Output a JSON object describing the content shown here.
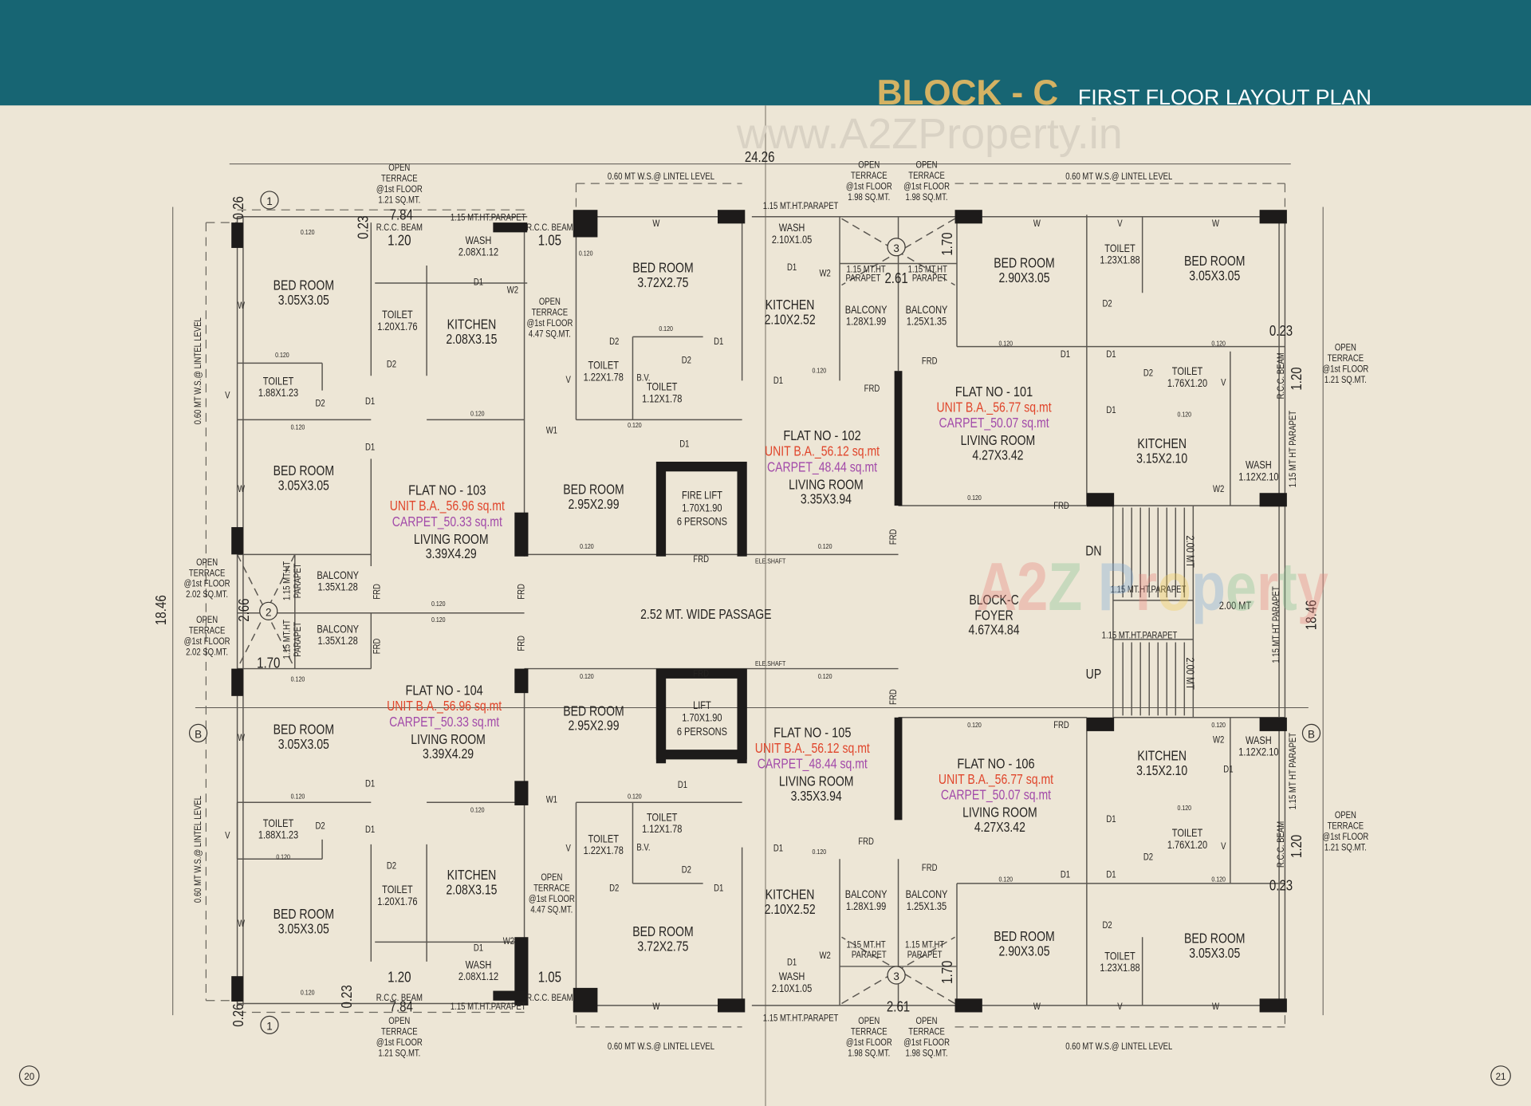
{
  "header": {
    "block_title": "BLOCK - C",
    "plan_title": "FIRST FLOOR  LAYOUT PLAN",
    "band_color": "#176573",
    "title_color": "#d4b263"
  },
  "watermark": {
    "url": "www.A2ZProperty.in",
    "logo": "A2Z Property"
  },
  "pages": {
    "left": "20",
    "right": "21"
  },
  "dimensions": {
    "overall_width": "24.26",
    "overall_depth": "18.46",
    "d_784": "7.84",
    "d_120": "1.20",
    "d_105": "1.05",
    "d_026": "0.26",
    "d_023": "0.23",
    "d_266": "2.66",
    "d_170": "1.70",
    "d_261": "2.61",
    "d_200": "2.00 MT",
    "wall": "0.120"
  },
  "grid_markers": {
    "one": "1",
    "two": "2",
    "three": "3",
    "b": "B"
  },
  "flats": [
    {
      "no": "FLAT NO - 101",
      "unit_ba": "UNIT B.A._56.77 sq.mt",
      "carpet": "CARPET_50.07 sq.mt",
      "living": "LIVING ROOM",
      "living_dims": "4.27X3.42"
    },
    {
      "no": "FLAT NO - 102",
      "unit_ba": "UNIT B.A._56.12 sq.mt",
      "carpet": "CARPET_48.44 sq.mt",
      "living": "LIVING ROOM",
      "living_dims": "3.35X3.94"
    },
    {
      "no": "FLAT NO - 103",
      "unit_ba": "UNIT B.A._56.96 sq.mt",
      "carpet": "CARPET_50.33 sq.mt",
      "living": "LIVING ROOM",
      "living_dims": "3.39X4.29"
    },
    {
      "no": "FLAT NO - 104",
      "unit_ba": "UNIT B.A._56.96 sq.mt",
      "carpet": "CARPET_50.33 sq.mt",
      "living": "LIVING ROOM",
      "living_dims": "3.39X4.29"
    },
    {
      "no": "FLAT NO - 105",
      "unit_ba": "UNIT B.A._56.12 sq.mt",
      "carpet": "CARPET_48.44 sq.mt",
      "living": "LIVING ROOM",
      "living_dims": "3.35X3.94"
    },
    {
      "no": "FLAT NO - 106",
      "unit_ba": "UNIT B.A._56.77 sq.mt",
      "carpet": "CARPET_50.07 sq.mt",
      "living": "LIVING ROOM",
      "living_dims": "4.27X3.42"
    }
  ],
  "rooms": [
    {
      "name": "BED ROOM",
      "dims": "3.05X3.05"
    },
    {
      "name": "TOILET",
      "dims": "1.88X1.23"
    },
    {
      "name": "TOILET",
      "dims": "1.20X1.76"
    },
    {
      "name": "KITCHEN",
      "dims": "2.08X3.15"
    },
    {
      "name": "WASH",
      "dims": "2.08X1.12"
    },
    {
      "name": "BED ROOM",
      "dims": "3.05X3.05"
    },
    {
      "name": "BALCONY",
      "dims": "1.35X1.28"
    },
    {
      "name": "BALCONY",
      "dims": "1.35X1.28"
    },
    {
      "name": "BED ROOM",
      "dims": "3.72X2.75"
    },
    {
      "name": "TOILET",
      "dims": "1.22X1.78"
    },
    {
      "name": "TOILET",
      "dims": "1.12X1.78"
    },
    {
      "name": "BED ROOM",
      "dims": "2.95X2.99"
    },
    {
      "name": "WASH",
      "dims": "2.10X1.05"
    },
    {
      "name": "KITCHEN",
      "dims": "2.10X2.52"
    },
    {
      "name": "BALCONY",
      "dims": "1.28X1.99"
    },
    {
      "name": "BALCONY",
      "dims": "1.25X1.35"
    },
    {
      "name": "BED ROOM",
      "dims": "2.90X3.05"
    },
    {
      "name": "TOILET",
      "dims": "1.23X1.88"
    },
    {
      "name": "BED ROOM",
      "dims": "3.05X3.05"
    },
    {
      "name": "TOILET",
      "dims": "1.76X1.20"
    },
    {
      "name": "KITCHEN",
      "dims": "3.15X2.10"
    },
    {
      "name": "WASH",
      "dims": "1.12X2.10"
    },
    {
      "name": "BED ROOM",
      "dims": "3.05X3.05"
    },
    {
      "name": "TOILET",
      "dims": "1.88X1.23"
    },
    {
      "name": "BED ROOM",
      "dims": "3.05X3.05"
    },
    {
      "name": "TOILET",
      "dims": "1.20X1.76"
    },
    {
      "name": "KITCHEN",
      "dims": "2.08X3.15"
    },
    {
      "name": "WASH",
      "dims": "2.08X1.12"
    },
    {
      "name": "BED ROOM",
      "dims": "2.95X2.99"
    },
    {
      "name": "TOILET",
      "dims": "1.12X1.78"
    },
    {
      "name": "TOILET",
      "dims": "1.22X1.78"
    },
    {
      "name": "BED ROOM",
      "dims": "3.72X2.75"
    },
    {
      "name": "KITCHEN",
      "dims": "2.10X2.52"
    },
    {
      "name": "BALCONY",
      "dims": "1.28X1.99"
    },
    {
      "name": "BALCONY",
      "dims": "1.25X1.35"
    },
    {
      "name": "WASH",
      "dims": "2.10X1.05"
    },
    {
      "name": "KITCHEN",
      "dims": "3.15X2.10"
    },
    {
      "name": "WASH",
      "dims": "1.12X2.10"
    },
    {
      "name": "TOILET",
      "dims": "1.76X1.20"
    },
    {
      "name": "BED ROOM",
      "dims": "2.90X3.05"
    },
    {
      "name": "TOILET",
      "dims": "1.23X1.88"
    },
    {
      "name": "BED ROOM",
      "dims": "3.05X3.05"
    }
  ],
  "lifts": [
    {
      "name": "FIRE LIFT",
      "dims": "1.70X1.90",
      "capacity": "6 PERSONS"
    },
    {
      "name": "LIFT",
      "dims": "1.70X1.90",
      "capacity": "6 PERSONS"
    }
  ],
  "passage": "2.52 MT. WIDE PASSAGE",
  "foyer": {
    "name": "BLOCK-C",
    "label": "FOYER",
    "dims": "4.67X4.84"
  },
  "stairs": {
    "down": "DN",
    "up": "UP"
  },
  "terrace": {
    "l1": "OPEN",
    "l2": "TERRACE",
    "l3": "@1st FLOOR",
    "a121": "1.21 SQ.MT.",
    "a447": "4.47 SQ.MT.",
    "a198": "1.98 SQ.MT.",
    "a202": "2.02 SQ.MT."
  },
  "notes": {
    "lintel": "0.60 MT W.S.@ LINTEL LEVEL",
    "parapet": "1.15 MT.HT.PARAPET",
    "parapet_v": "1.15 MT HT PARAPET",
    "parapet_a": "1.15 MT.HT",
    "parapet_b": "PARAPET",
    "rcc": "R.C.C. BEAM",
    "shaft": "ELE.SHAFT",
    "bv": "B.V."
  },
  "doors": {
    "d1": "D1",
    "d2": "D2",
    "w": "W",
    "w1": "W1",
    "w2": "W2",
    "v": "V",
    "frd": "FRD"
  }
}
